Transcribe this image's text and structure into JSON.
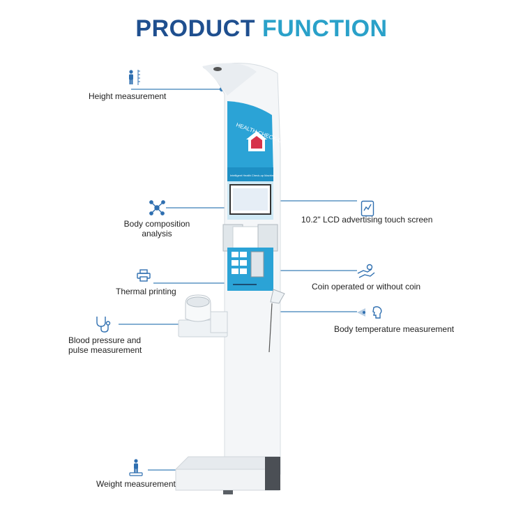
{
  "title": {
    "word1": "PRODUCT",
    "word2": "FUNCTION"
  },
  "colors": {
    "title_primary": "#1f4f8f",
    "title_accent": "#2aa1c9",
    "line": "#3b7fb8",
    "icon": "#2f6fb0",
    "screen_panel": "#2ba3d6"
  },
  "features": {
    "height": "Height measurement",
    "body_composition_1": "Body composition",
    "body_composition_2": "analysis",
    "thermal": "Thermal printing",
    "blood_pressure_1": "Blood pressure and",
    "blood_pressure_2": "pulse measurement",
    "weight": "Weight measurement",
    "lcd": "10.2\" LCD advertising touch screen",
    "coin": "Coin operated or without coin",
    "temperature": "Body temperature measurement"
  },
  "device": {
    "panel_text": "HEALTH CHECK-UP",
    "screen_caption": "Intelligent Health Check-up Machine"
  },
  "icons": [
    "person-height-icon",
    "molecule-icon",
    "printer-icon",
    "stethoscope-icon",
    "scale-person-icon",
    "tablet-chart-icon",
    "coin-hand-icon",
    "face-thermometer-icon"
  ]
}
